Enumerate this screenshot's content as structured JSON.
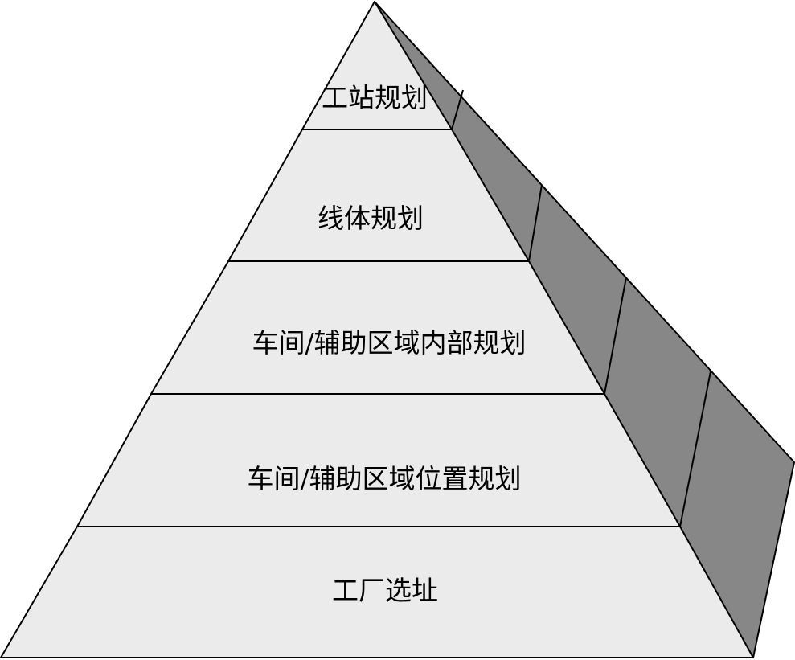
{
  "pyramid": {
    "tiers": [
      {
        "label": "工站规划"
      },
      {
        "label": "线体规划"
      },
      {
        "label": "车间/辅助区域内部规划"
      },
      {
        "label": "车间/辅助区域位置规划"
      },
      {
        "label": "工厂选址"
      }
    ]
  },
  "colors": {
    "front_face": "#ebebeb",
    "side_face": "#878787",
    "stroke": "#000000",
    "background": "#ffffff"
  }
}
